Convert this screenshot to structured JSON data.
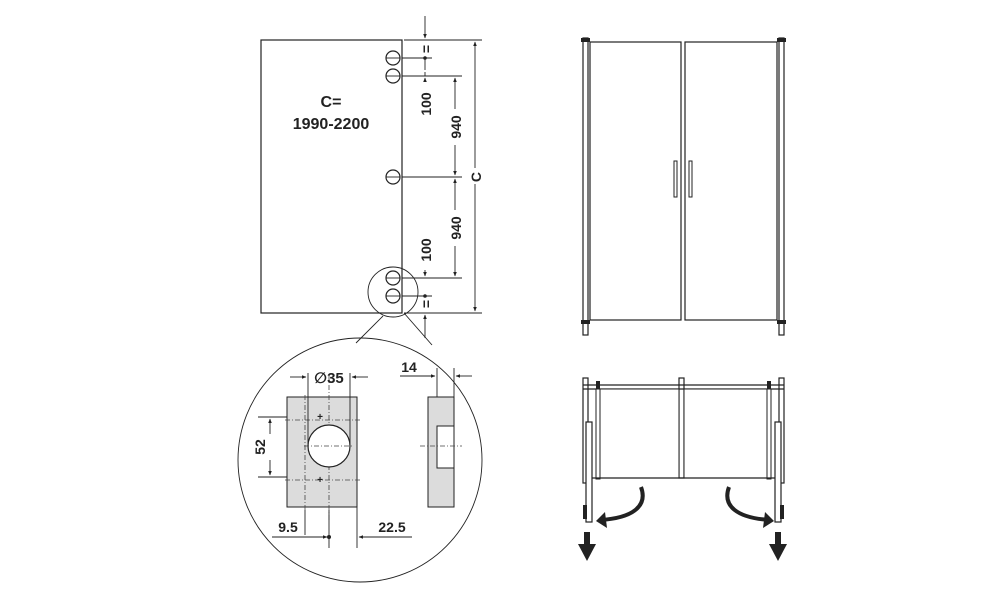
{
  "colors": {
    "line": "#222222",
    "panel_fill": "#dcdcdc",
    "door_fill": "#ffffff",
    "arrow_fill": "#222222",
    "background": "#ffffff"
  },
  "door_label": {
    "line1": "C=",
    "line2": "1990-2200"
  },
  "dimensions": {
    "equal_mark": "=",
    "hole_spacing": "100",
    "center_spacing": "940",
    "total_height": "C",
    "cup_diameter": "∅35",
    "plate_height": "52",
    "edge_offset": "9.5",
    "plate_offset": "22.5",
    "door_thickness": "14"
  },
  "icons": {
    "down_arrow": "down-arrow-icon",
    "swing_arrow": "curved-swing-arrow-icon"
  }
}
